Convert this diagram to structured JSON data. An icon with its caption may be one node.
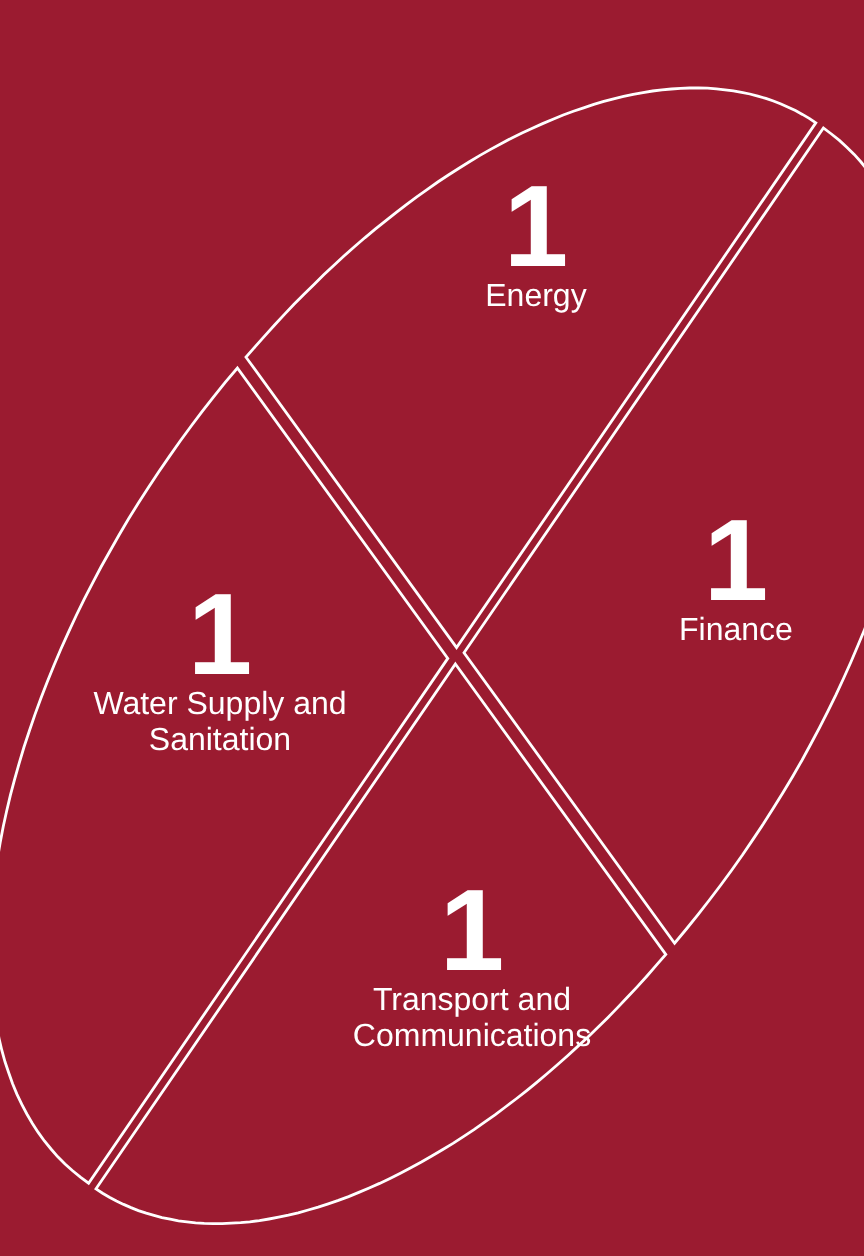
{
  "diagram": {
    "nodes": [
      {
        "text": [
          "1",
          "Energy"
        ]
      },
      {
        "text": [
          "1",
          "Finance"
        ]
      },
      {
        "text": [
          "1",
          "Water Supply and Sanitation"
        ]
      },
      {
        "text": [
          "1",
          "Transport and Communications"
        ]
      }
    ]
  }
}
